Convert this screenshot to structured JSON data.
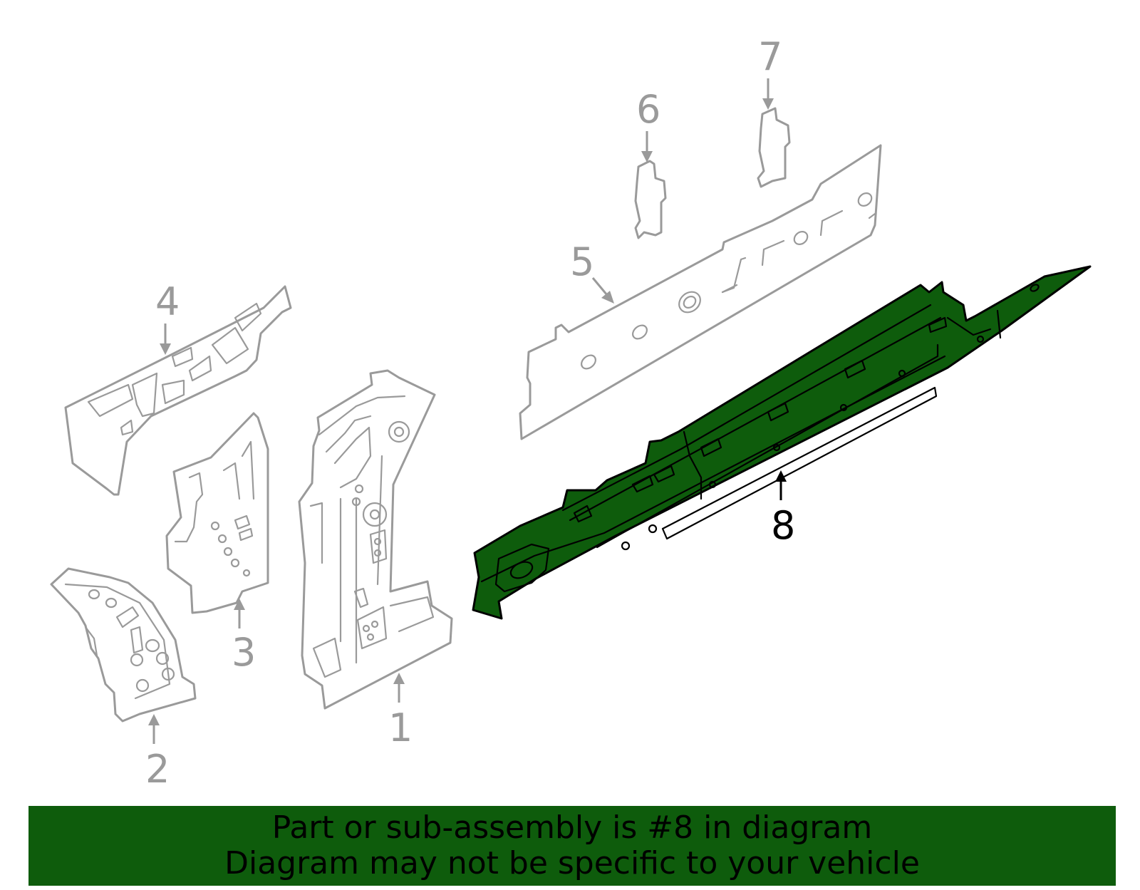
{
  "callouts": {
    "c1": "1",
    "c2": "2",
    "c3": "3",
    "c4": "4",
    "c5": "5",
    "c6": "6",
    "c7": "7",
    "c8": "8"
  },
  "highlighted_part": "8",
  "colors": {
    "highlight_fill": "#0e5c0c",
    "inactive_stroke": "#9a9a9a",
    "banner_background": "#0e5c0c"
  },
  "banner": {
    "line1": "Part or sub-assembly is #8 in diagram",
    "line2": "Diagram may not be specific to your vehicle"
  }
}
